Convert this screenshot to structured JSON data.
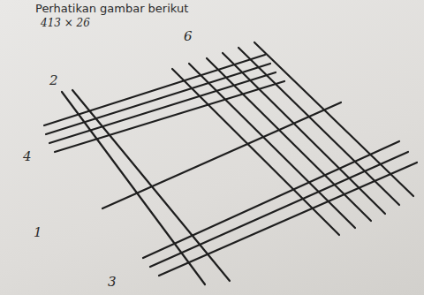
{
  "diagram": {
    "labels": [
      "Perhatikan gambar berikut",
      "413 × 26",
      "2",
      "6",
      "4",
      "1",
      "3"
    ]
  }
}
